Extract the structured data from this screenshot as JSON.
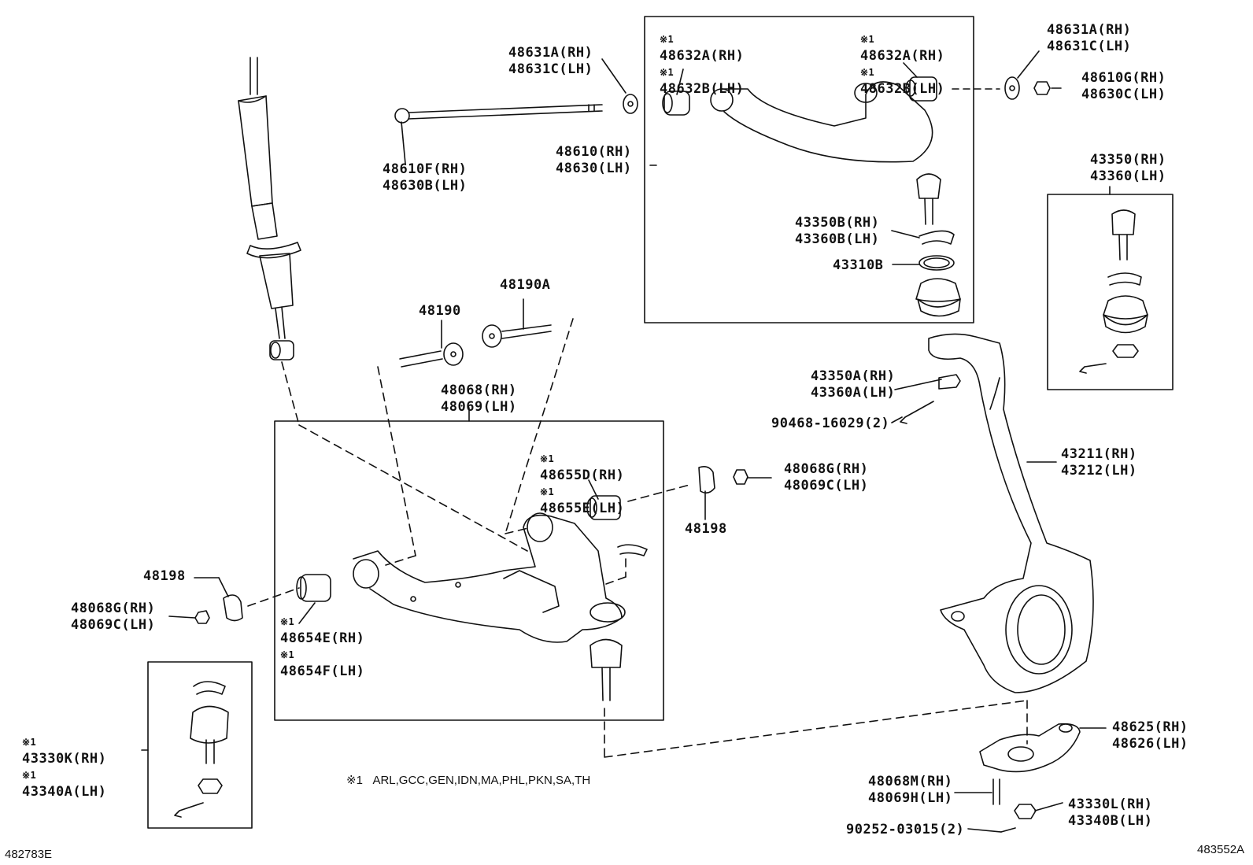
{
  "footnote": {
    "mark": "※1",
    "text": "ARL,GCC,GEN,IDN,MA,PHL,PKN,SA,TH"
  },
  "diagram_codes": {
    "left": "482783E",
    "right": "483552A"
  },
  "labels": {
    "bolt_upper": [
      "48631A(RH)",
      "48631C(LH)"
    ],
    "upper_bolt_name": [
      "48610F(RH)",
      "48630B(LH)"
    ],
    "upper_bush_left": [
      "48632A(RH)",
      "48632B(LH)"
    ],
    "upper_bush_right": [
      "48632A(RH)",
      "48632B(LH)"
    ],
    "upper_arm": [
      "48610(RH)",
      "48630(LH)"
    ],
    "washer_right": [
      "48631A(RH)",
      "48631C(LH)"
    ],
    "nut_right": [
      "48610G(RH)",
      "48630C(LH)"
    ],
    "upper_ball_snap": [
      "43350B(RH)",
      "43360B(LH)"
    ],
    "upper_ball_boot": [
      "43310B"
    ],
    "upper_ball_joint": [
      "43350(RH)",
      "43360(LH)"
    ],
    "cam_bolt_a": [
      "48190"
    ],
    "cam_bolt_b": [
      "48190A"
    ],
    "lower_arm": [
      "48068(RH)",
      "48069(LH)"
    ],
    "lower_bush_rear": [
      "48655D(RH)",
      "48655E(LH)"
    ],
    "cam_plate_right": [
      "48198"
    ],
    "nut_lower_right": [
      "48068G(RH)",
      "48069C(LH)"
    ],
    "cam_plate_left": [
      "48198"
    ],
    "nut_lower_left": [
      "48068G(RH)",
      "48069C(LH)"
    ],
    "lower_bush_front": [
      "48654E(RH)",
      "48654F(LH)"
    ],
    "knuckle_nut": [
      "43350A(RH)",
      "43360A(LH)"
    ],
    "cotter_pin_a": [
      "90468-16029(2)"
    ],
    "steering_knuckle": [
      "43211(RH)",
      "43212(LH)"
    ],
    "lower_ball_joint": [
      "43330K(RH)",
      "43340A(LH)"
    ],
    "knuckle_arm": [
      "48625(RH)",
      "48626(LH)"
    ],
    "arm_bolt": [
      "48068M(RH)",
      "48069H(LH)"
    ],
    "arm_nut": [
      "43330L(RH)",
      "43340B(LH)"
    ],
    "cotter_pin_b": [
      "90252-03015(2)"
    ]
  }
}
